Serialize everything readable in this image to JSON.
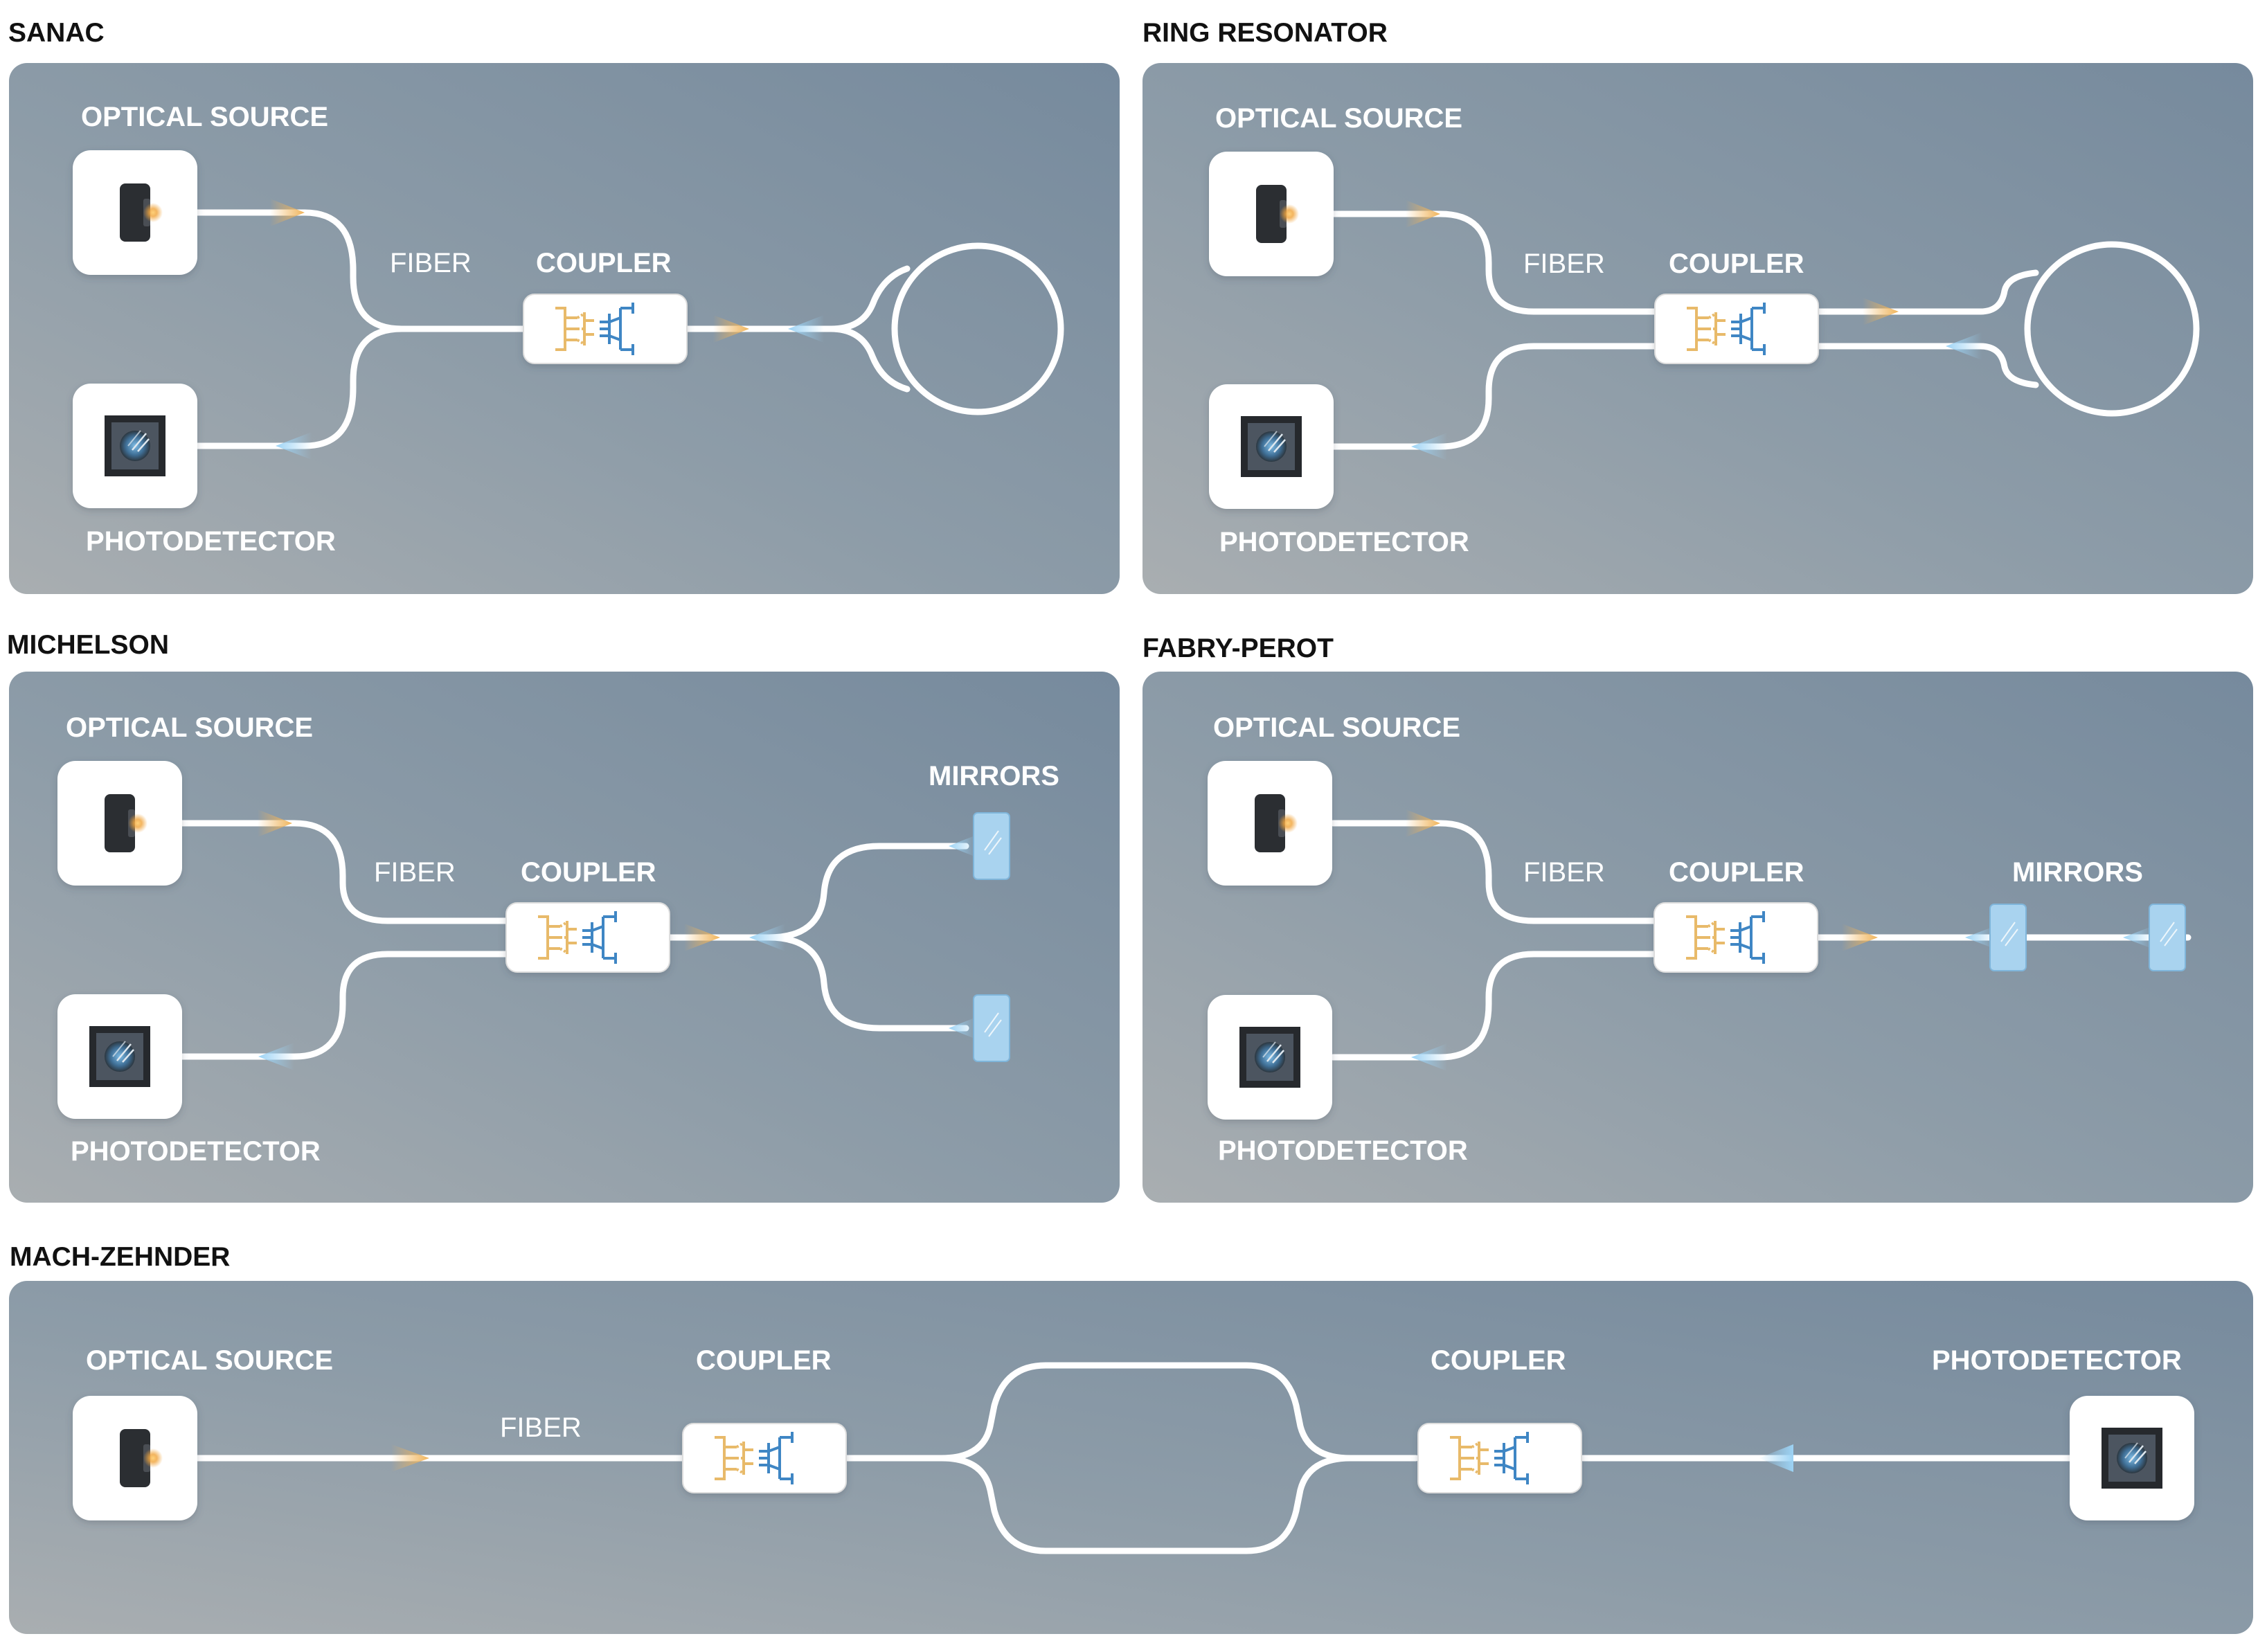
{
  "sections": {
    "sanac": {
      "title": "SANAC",
      "optical_source": "OPTICAL SOURCE",
      "photodetector": "PHOTODETECTOR",
      "fiber": "FIBER",
      "coupler": "COUPLER"
    },
    "ring": {
      "title": "RING RESONATOR",
      "optical_source": "OPTICAL SOURCE",
      "photodetector": "PHOTODETECTOR",
      "fiber": "FIBER",
      "coupler": "COUPLER"
    },
    "michelson": {
      "title": "MICHELSON",
      "optical_source": "OPTICAL SOURCE",
      "photodetector": "PHOTODETECTOR",
      "fiber": "FIBER",
      "coupler": "COUPLER",
      "mirrors": "MIRRORS"
    },
    "fabry": {
      "title": "FABRY-PEROT",
      "optical_source": "OPTICAL SOURCE",
      "photodetector": "PHOTODETECTOR",
      "fiber": "FIBER",
      "coupler": "COUPLER",
      "mirrors": "MIRRORS"
    },
    "mach": {
      "title": "MACH-ZEHNDER",
      "optical_source": "OPTICAL SOURCE",
      "photodetector": "PHOTODETECTOR",
      "fiber": "FIBER",
      "coupler_left": "COUPLER",
      "coupler_right": "COUPLER"
    }
  },
  "colors": {
    "panel_dark": "#7a8ea0",
    "panel_light": "#a9aeb1",
    "light_out": "#f0b45a",
    "light_return": "#9cd3f5",
    "coupler_input": "#e8ba6a",
    "coupler_output": "#3f86c4",
    "mirror": "#a9d3ef"
  },
  "icons": {
    "source": "laser-diode-icon",
    "detector": "photodiode-icon",
    "coupler": "fiber-coupler-icon",
    "mirror": "mirror-icon"
  }
}
